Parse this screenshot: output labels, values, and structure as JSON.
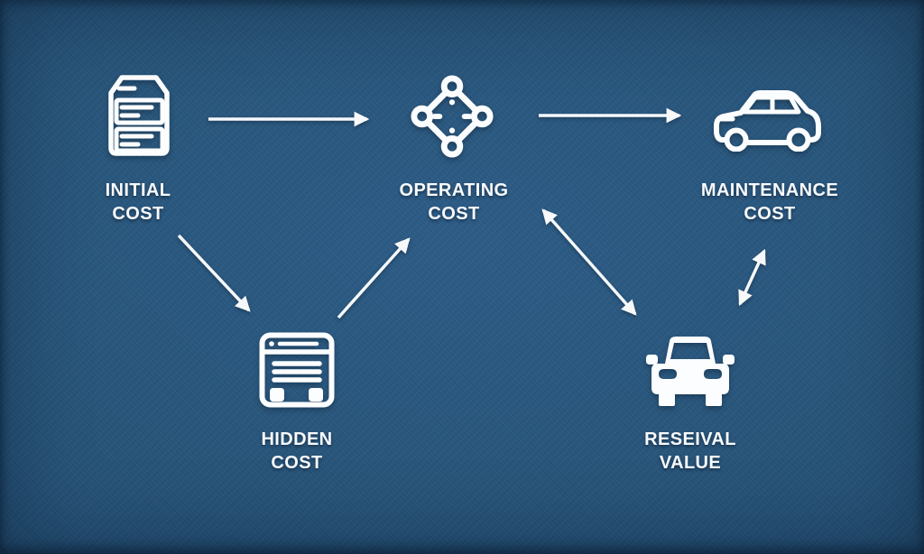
{
  "canvas": {
    "background_color": "#24507a",
    "foreground_color": "#ffffff",
    "arrow_color": "#f6f8fa"
  },
  "diagram": {
    "type": "flow-diagram",
    "nodes": [
      {
        "id": "initial-cost",
        "icon": "invoice-stack-icon",
        "label_lines": [
          "INITIAL",
          "COST"
        ]
      },
      {
        "id": "operating-cost",
        "icon": "network-diamond-icon",
        "label_lines": [
          "OPERATING",
          "COST"
        ]
      },
      {
        "id": "maintenance-cost",
        "icon": "car-side-icon",
        "label_lines": [
          "MAINTENANCE",
          "COST"
        ]
      },
      {
        "id": "hidden-cost",
        "icon": "window-card-icon",
        "label_lines": [
          "HIDDEN",
          "COST"
        ]
      },
      {
        "id": "reseival-value",
        "icon": "car-front-icon",
        "label_lines": [
          "RESEIVAL",
          "VALUE"
        ]
      }
    ],
    "edges": [
      {
        "from": "initial-cost",
        "to": "operating-cost",
        "style": "one-way"
      },
      {
        "from": "operating-cost",
        "to": "maintenance-cost",
        "style": "one-way"
      },
      {
        "from": "initial-cost",
        "to": "hidden-cost",
        "style": "one-way"
      },
      {
        "from": "hidden-cost",
        "to": "operating-cost",
        "style": "one-way"
      },
      {
        "from": "operating-cost",
        "to": "reseival-value",
        "style": "two-way"
      },
      {
        "from": "maintenance-cost",
        "to": "reseival-value",
        "style": "two-way"
      }
    ]
  }
}
